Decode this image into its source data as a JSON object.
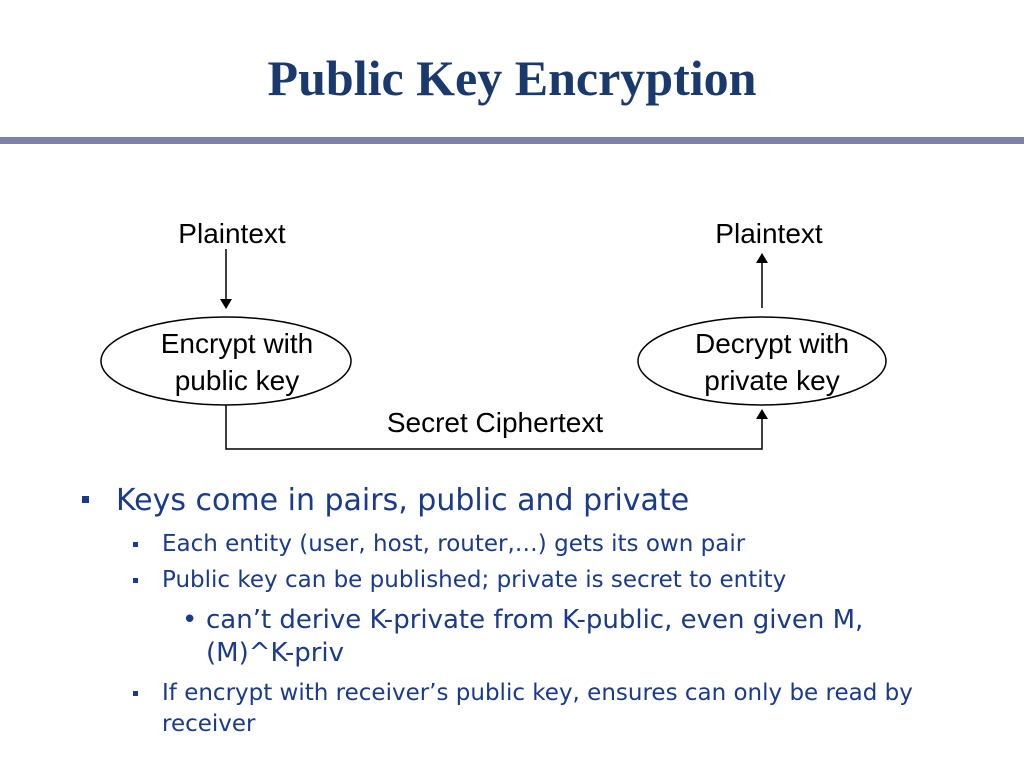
{
  "title": "Public Key Encryption",
  "diagram": {
    "left_plaintext": "Plaintext",
    "right_plaintext": "Plaintext",
    "encrypt_line1": "Encrypt with",
    "encrypt_line2": "public key",
    "decrypt_line1": "Decrypt with",
    "decrypt_line2": "private key",
    "ciphertext": "Secret Ciphertext"
  },
  "bullets": {
    "b1": "Keys come in pairs, public and private",
    "b1_1": "Each entity (user, host, router,…) gets its own pair",
    "b1_2": "Public key can be published; private is secret to entity",
    "b1_2_1_line1": "can’t derive K-private from K-public, even given M,",
    "b1_2_1_line2": "(M)^K-priv",
    "b1_3_line1": "If encrypt with receiver’s public key, ensures can only be read by",
    "b1_3_line2": "receiver",
    "sub_marker": "•"
  },
  "colors": {
    "title": "#1a3a6e",
    "rule": "#7e80a8",
    "bullet_text": "#1a3a8c",
    "diagram": "#000000"
  }
}
